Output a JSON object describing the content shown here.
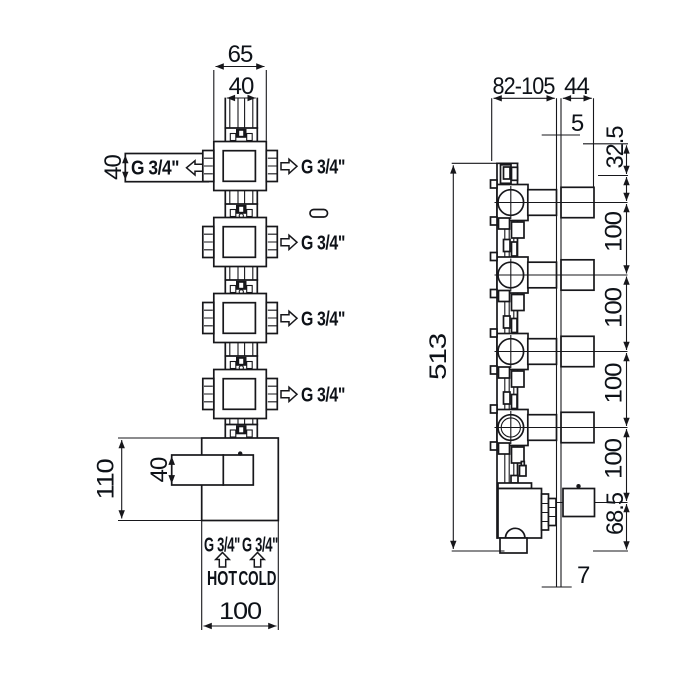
{
  "front_view": {
    "dim_body_width": "65",
    "dim_cartridge_width": "40",
    "dim_inlet_size": "40",
    "inlet_label": "G 3/4\"",
    "outlet_labels": [
      "G 3/4\"",
      "G 3/4\"",
      "G 3/4\"",
      "G 3/4\""
    ],
    "dim_mixer_height": "110",
    "dim_handle_size": "40",
    "hot_port_label": "G 3/4\"",
    "cold_port_label": "G 3/4\"",
    "hot_label": "HOT",
    "cold_label": "COLD",
    "dim_mixer_width": "100"
  },
  "side_view": {
    "dim_depth_range": "82-105",
    "dim_trim_depth": "44",
    "dim_plate_thickness": "5",
    "dim_top_offset": "32.5",
    "dim_spacing": [
      "100",
      "100",
      "100",
      "100"
    ],
    "dim_mixer_offset": "68.5",
    "dim_total_height": "513",
    "dim_plate_bottom": "7"
  },
  "colors": {
    "line": "#17171b",
    "text": "#0e1218",
    "background": "#ffffff"
  }
}
